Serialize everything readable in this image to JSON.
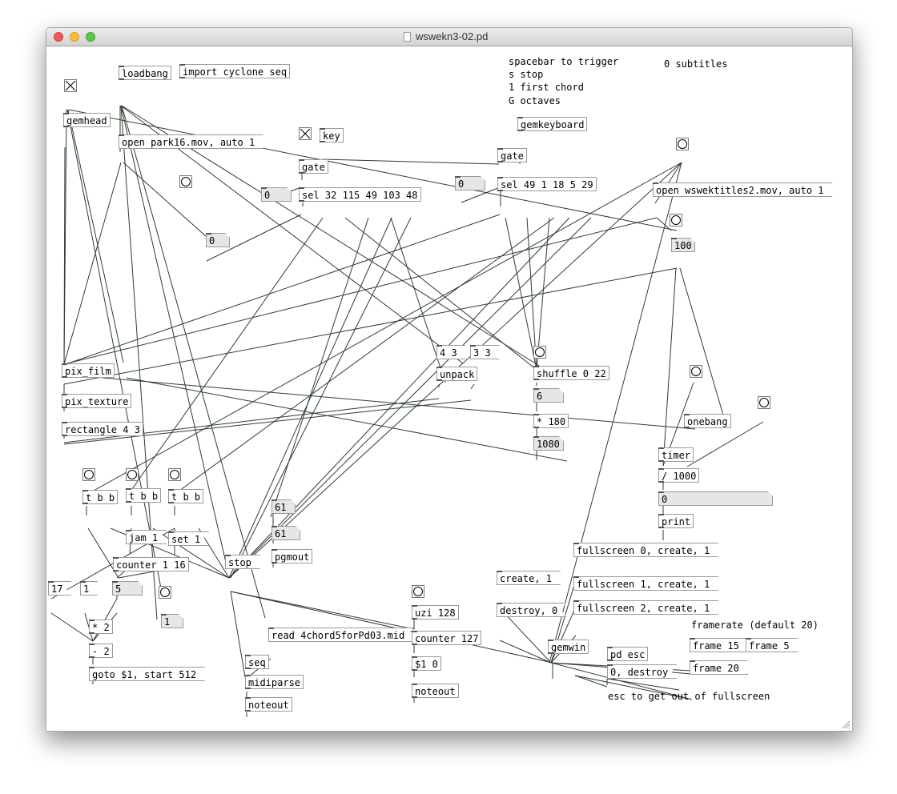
{
  "window": {
    "title": "wswekn3-02.pd"
  },
  "comments": {
    "trigger_help": "spacebar to trigger",
    "stop_help": "s stop",
    "chord_help": "1 first chord",
    "octave_help": "G octaves",
    "subtitles": "0 subtitles",
    "framerate": "framerate (default 20)",
    "esc_help": "esc to get out of fullscreen"
  },
  "objects": {
    "loadbang": "loadbang",
    "import": "import cyclone seq",
    "gemhead": "gemhead",
    "key": "key",
    "gate1": "gate",
    "gate2": "gate",
    "gemkeyboard": "gemkeyboard",
    "sel1": "sel 32 115 49 103 48",
    "sel2": "sel 49 1 18 5 29",
    "pix_film": "pix_film",
    "pix_texture": "pix_texture",
    "rectangle": "rectangle 4 3",
    "unpack": "unpack",
    "shuffle": "shuffle 0 22",
    "mul180": "* 180",
    "onebang": "onebang",
    "timer": "timer",
    "div1000": "/ 1000",
    "print": "print",
    "tbb1": "t b b",
    "tbb2": "t b b",
    "tbb3": "t b b",
    "counter1": "counter 1 16",
    "pgmout": "pgmout",
    "mul2": "* 2",
    "sub2": "- 2",
    "seq": "seq",
    "midiparse": "midiparse",
    "noteout1": "noteout",
    "uzi": "uzi 128",
    "counter127": "counter 127",
    "dollar_zero": "$1 0",
    "noteout2": "noteout",
    "gemwin": "gemwin",
    "pd_esc": "pd esc"
  },
  "messages": {
    "open_park": "open park16.mov, auto 1",
    "open_titles": "open wswektitles2.mov, auto 1",
    "m43": "4 3",
    "m33": "3 3",
    "jam": "jam 1",
    "set1": "set 1",
    "stop": "stop",
    "m17": "17",
    "m1": "1",
    "read": "read 4chord5forPd03.mid",
    "goto": "goto $1, start 512",
    "create": "create, 1",
    "destroy": "destroy, 0",
    "fs0": "fullscreen 0, create, 1",
    "fs1": "fullscreen 1, create, 1",
    "fs2": "fullscreen 2, create, 1",
    "frame15": "frame 15",
    "frame5": "frame 5",
    "frame20": "frame 20",
    "zero_destroy": "0, destroy"
  },
  "numbers": {
    "n_sel1_left": "0",
    "n_sel2_left": "0",
    "n_mid": "0",
    "n_100": "100",
    "n_6": "6",
    "n_1080": "1080",
    "n_timer": "0",
    "n_61a": "61",
    "n_61b": "61",
    "n_5": "5",
    "n_1": "1"
  }
}
